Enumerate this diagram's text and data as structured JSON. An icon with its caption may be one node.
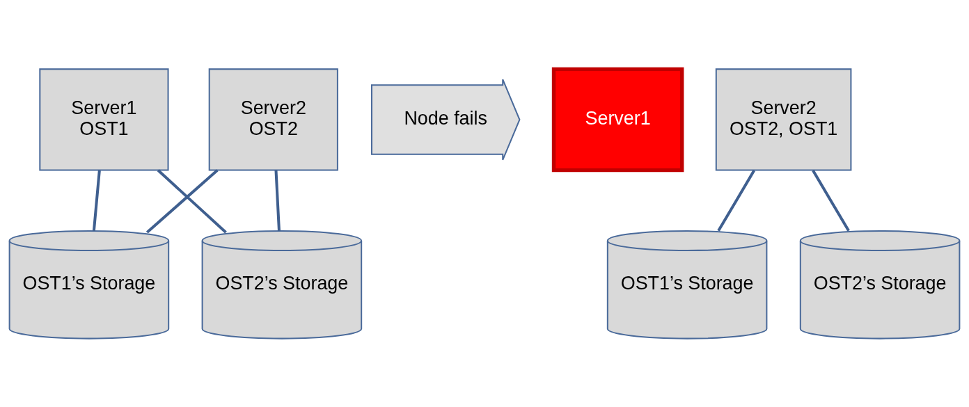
{
  "diagram": {
    "nodes": [
      {
        "text": [
          "Server1",
          "OST1"
        ]
      },
      {
        "text": [
          "Server2",
          "OST2"
        ]
      },
      {
        "text": [
          "OST1’s Storage"
        ]
      },
      {
        "text": [
          "OST2’s Storage"
        ]
      },
      {
        "text": [
          "Node fails"
        ]
      },
      {
        "text": [
          "Server1"
        ]
      },
      {
        "text": [
          "Server2",
          "OST2, OST1"
        ]
      },
      {
        "text": [
          "OST1’s Storage"
        ]
      },
      {
        "text": [
          "OST2’s Storage"
        ]
      }
    ],
    "edges": [
      {
        "from": 0,
        "to": 2,
        "arrow": "none"
      },
      {
        "from": 0,
        "to": 3,
        "arrow": "none"
      },
      {
        "from": 1,
        "to": 2,
        "arrow": "none"
      },
      {
        "from": 1,
        "to": 3,
        "arrow": "none"
      },
      {
        "from": 6,
        "to": 7,
        "arrow": "none"
      },
      {
        "from": 6,
        "to": 8,
        "arrow": "none"
      }
    ]
  }
}
